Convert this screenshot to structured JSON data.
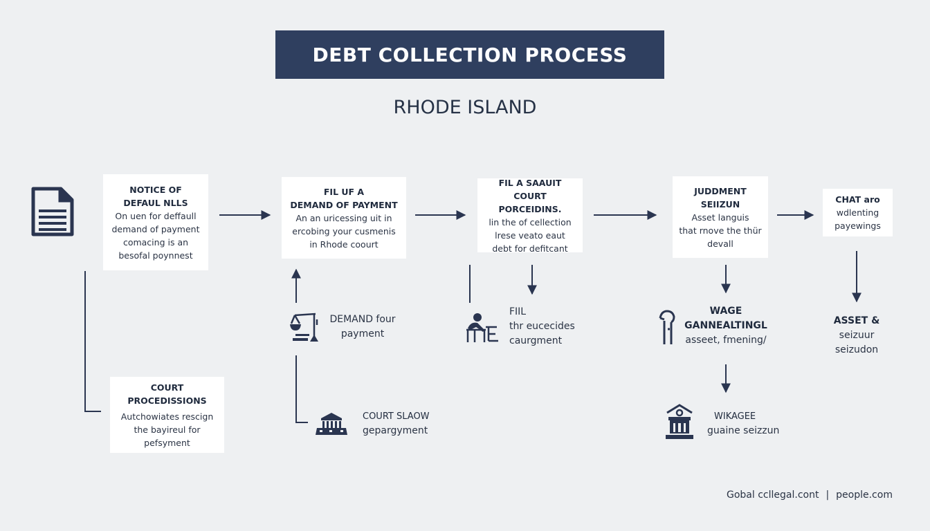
{
  "header": {
    "title": "DEBT COLLECTION PROCESS",
    "subtitle": "RHODE ISLAND"
  },
  "colors": {
    "banner": "#2f3f5f",
    "background": "#eef0f2",
    "ink": "#1f2a3d",
    "card": "#ffffff"
  },
  "steps": [
    {
      "title_lines": [
        "NOTICE OF",
        "DEFAUL NLLS"
      ],
      "desc_lines": [
        "On uen for deffaull",
        "demand of payment",
        "comacing is an",
        "besofal poynnest"
      ]
    },
    {
      "title_lines": [
        "FIL UF A",
        "DEMAND OF PAYMENT"
      ],
      "desc_lines": [
        "An an uricessing uit in",
        "ercobing your cusmenis",
        "in Rhode coourt"
      ]
    },
    {
      "title_lines": [
        "FIL A SAAUIT",
        "COURT PORCEIDINS."
      ],
      "desc_lines": [
        "lin the of cellection",
        "lrese veato eaut",
        "debt for defitcant"
      ]
    },
    {
      "title_lines": [
        "JUDDMENT",
        "SEIIZUN"
      ],
      "desc_lines": [
        "Asset languis",
        "that rnove the thür",
        "devall"
      ]
    },
    {
      "title_lines": [
        "CHAT aro"
      ],
      "desc_lines": [
        "wdlenting",
        "payewings"
      ]
    }
  ],
  "substeps": {
    "court_procedissions": {
      "title_lines": [
        "COURT",
        "PROCEDISSIONS"
      ],
      "desc_lines": [
        "Autchowiates rescign",
        "the bayireul for",
        "pefsyment"
      ]
    },
    "demand_payment": {
      "lines": [
        "DEMAND four",
        "payment"
      ],
      "icon": "scales-of-justice-icon"
    },
    "court_slaow": {
      "lines": [
        "COURT SLAOW",
        "gepargyment"
      ],
      "icon": "courthouse-icon"
    },
    "fiil": {
      "lines": [
        "FIIL",
        "thr eucecides",
        "caurgment"
      ],
      "icon": "person-at-desk-icon"
    },
    "wage": {
      "title_lines": [
        "WAGE",
        "GANNEALTINGL"
      ],
      "desc_lines": [
        "asseet, fmening/"
      ],
      "icon": "hand-icon"
    },
    "asset_seizure": {
      "title_lines": [
        "ASSET &"
      ],
      "desc_lines": [
        "seizuur",
        "seizudon"
      ]
    },
    "wikagee": {
      "lines": [
        "WIKAGEE",
        "guaine seizzun"
      ],
      "icon": "bank-building-icon"
    }
  },
  "footer": {
    "left": "Gobal ccllegal.cont",
    "separator": "|",
    "right": "people.com"
  }
}
